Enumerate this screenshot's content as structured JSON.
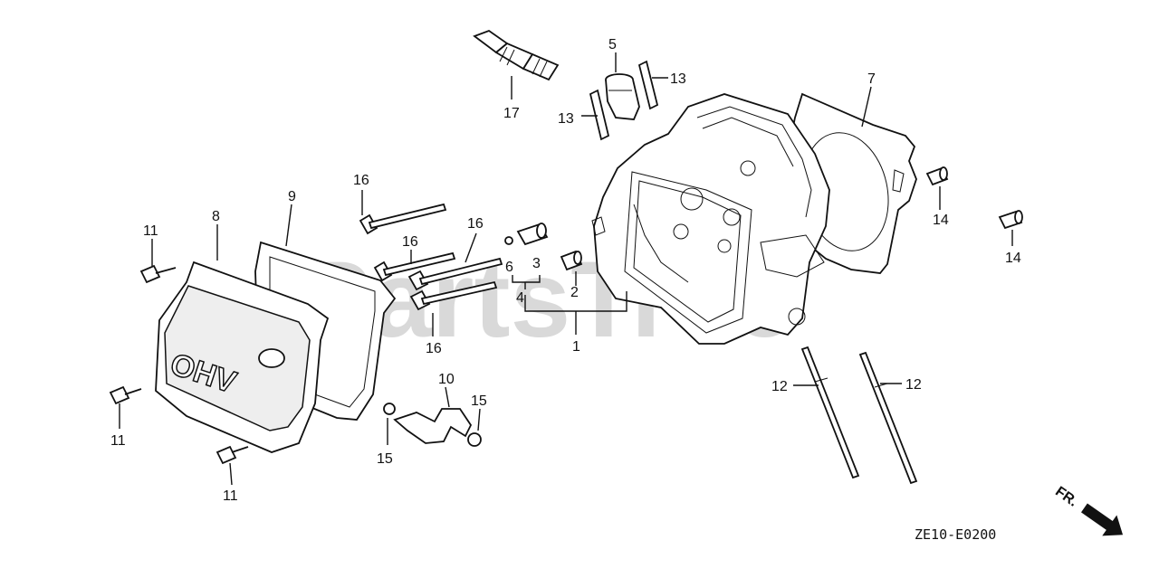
{
  "watermark": "PartsTree",
  "diagram_code": "ZE10-E0200",
  "front_marker": "FR.",
  "callouts": [
    "1",
    "2",
    "3",
    "4",
    "5",
    "6",
    "7",
    "8",
    "9",
    "10",
    "11",
    "12",
    "13",
    "14",
    "15",
    "16",
    "17"
  ]
}
